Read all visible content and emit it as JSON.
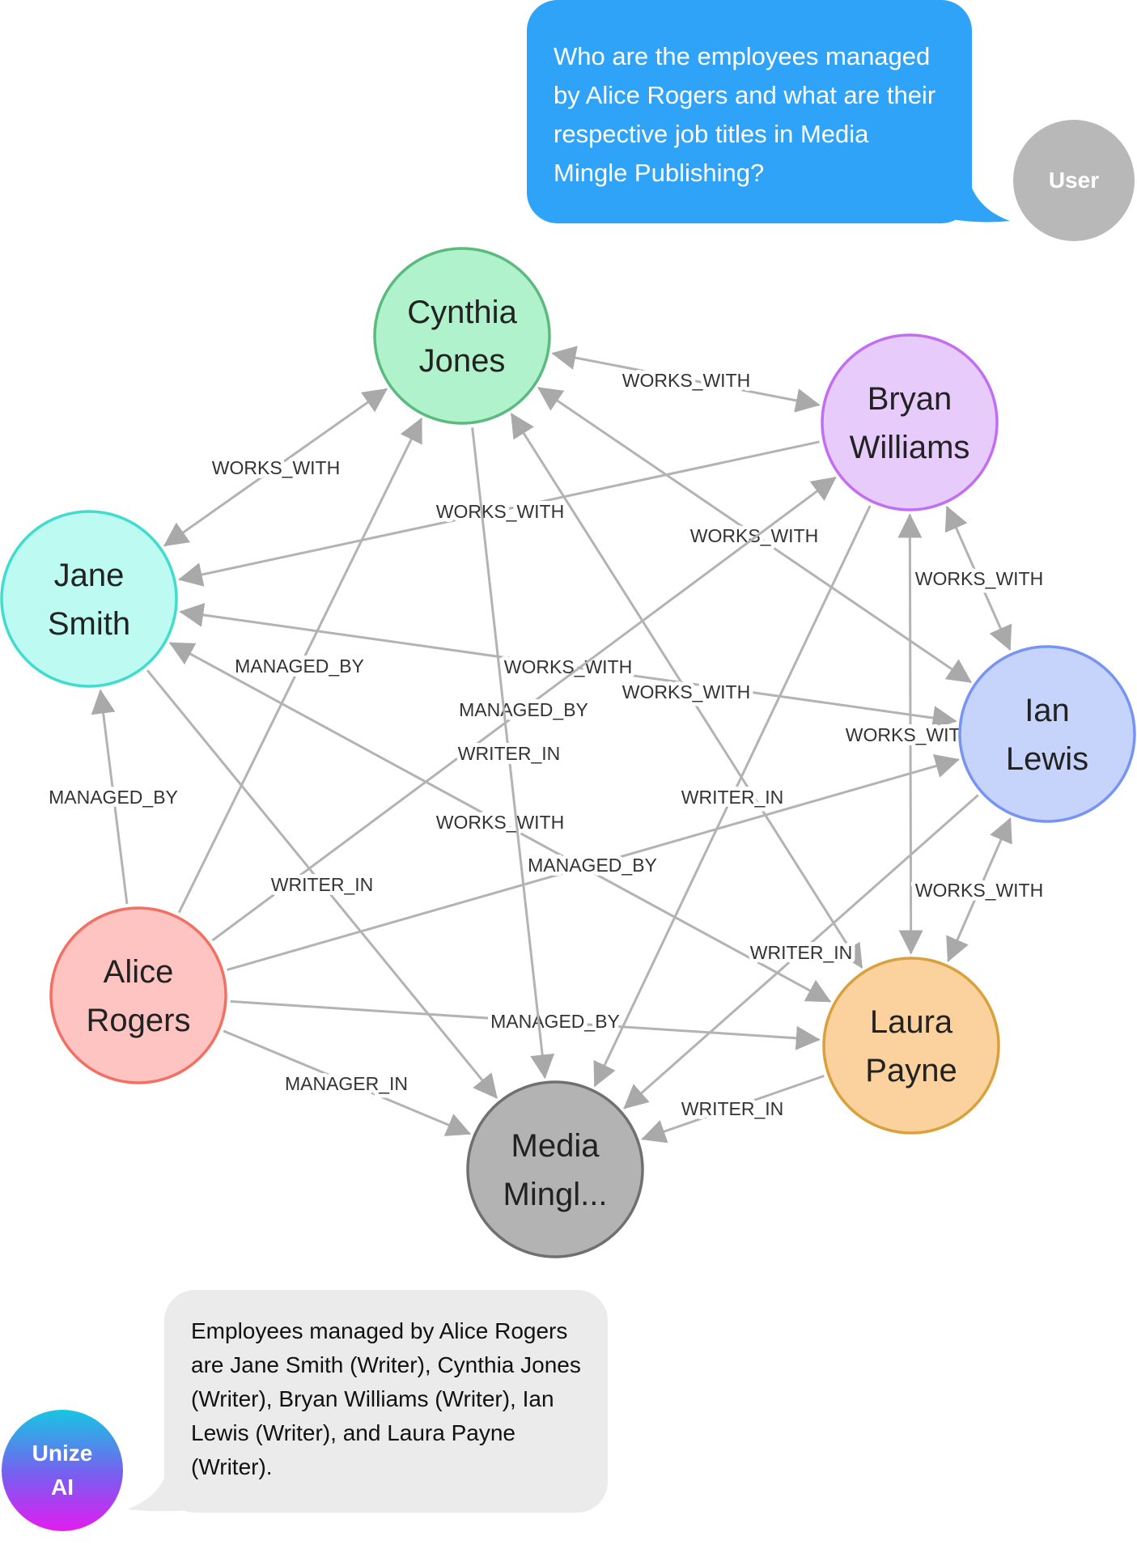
{
  "conversation": {
    "user_message": "Who are the employees managed by Alice Rogers and what are their respective job titles in Media Mingle Publishing?",
    "user_avatar_label": "User",
    "ai_avatar_label": "Unize AI",
    "ai_message": "Employees managed by Alice Rogers are Jane Smith (Writer), Cynthia Jones (Writer), Bryan Williams (Writer), Ian Lewis (Writer), and Laura Payne (Writer)."
  },
  "graph": {
    "nodes": [
      {
        "id": "cynthia",
        "lines": [
          "Cynthia",
          "Jones"
        ],
        "fill": "#b0f2cb",
        "stroke": "#5cba80"
      },
      {
        "id": "bryan",
        "lines": [
          "Bryan",
          "Williams"
        ],
        "fill": "#e6cbfb",
        "stroke": "#c16ff0"
      },
      {
        "id": "jane",
        "lines": [
          "Jane",
          "Smith"
        ],
        "fill": "#bdfaf1",
        "stroke": "#40dccd"
      },
      {
        "id": "ian",
        "lines": [
          "Ian",
          "Lewis"
        ],
        "fill": "#c6d4fc",
        "stroke": "#7894f3"
      },
      {
        "id": "alice",
        "lines": [
          "Alice",
          "Rogers"
        ],
        "fill": "#fdc4c1",
        "stroke": "#f36f63"
      },
      {
        "id": "laura",
        "lines": [
          "Laura",
          "Payne"
        ],
        "fill": "#fbd29e",
        "stroke": "#d9a13b"
      },
      {
        "id": "media",
        "lines": [
          "Media",
          "Mingl..."
        ],
        "fill": "#b3b3b3",
        "stroke": "#707070"
      }
    ],
    "edges": [
      {
        "from": "jane",
        "to": "cynthia",
        "label": "WORKS_WITH",
        "bidir": true
      },
      {
        "from": "cynthia",
        "to": "bryan",
        "label": "WORKS_WITH",
        "bidir": true
      },
      {
        "from": "bryan",
        "to": "jane",
        "label": "WORKS_WITH",
        "bidir": false
      },
      {
        "from": "cynthia",
        "to": "ian",
        "label": "WORKS_WITH",
        "bidir": true
      },
      {
        "from": "ian",
        "to": "jane",
        "label": "WORKS_WITH",
        "bidir": true
      },
      {
        "from": "laura",
        "to": "cynthia",
        "label": "WORKS_WITH",
        "bidir": true
      },
      {
        "from": "bryan",
        "to": "ian",
        "label": "WORKS_WITH",
        "bidir": true
      },
      {
        "from": "bryan",
        "to": "laura",
        "label": "WORKS_WITH",
        "bidir": true
      },
      {
        "from": "jane",
        "to": "laura",
        "label": "WORKS_WITH",
        "bidir": true
      },
      {
        "from": "ian",
        "to": "laura",
        "label": "WORKS_WITH",
        "bidir": true
      },
      {
        "from": "alice",
        "to": "jane",
        "label": "MANAGED_BY",
        "bidir": false
      },
      {
        "from": "alice",
        "to": "cynthia",
        "label": "MANAGED_BY",
        "bidir": false
      },
      {
        "from": "alice",
        "to": "bryan",
        "label": "MANAGED_BY",
        "bidir": false
      },
      {
        "from": "alice",
        "to": "ian",
        "label": "MANAGED_BY",
        "bidir": false
      },
      {
        "from": "alice",
        "to": "laura",
        "label": "MANAGED_BY",
        "bidir": false
      },
      {
        "from": "alice",
        "to": "media",
        "label": "MANAGER_IN",
        "bidir": false
      },
      {
        "from": "jane",
        "to": "media",
        "label": "WRITER_IN",
        "bidir": false
      },
      {
        "from": "cynthia",
        "to": "media",
        "label": "WRITER_IN",
        "bidir": false
      },
      {
        "from": "bryan",
        "to": "media",
        "label": "WRITER_IN",
        "bidir": false
      },
      {
        "from": "ian",
        "to": "media",
        "label": "WRITER_IN",
        "bidir": false
      },
      {
        "from": "laura",
        "to": "media",
        "label": "WRITER_IN",
        "bidir": false
      }
    ]
  }
}
